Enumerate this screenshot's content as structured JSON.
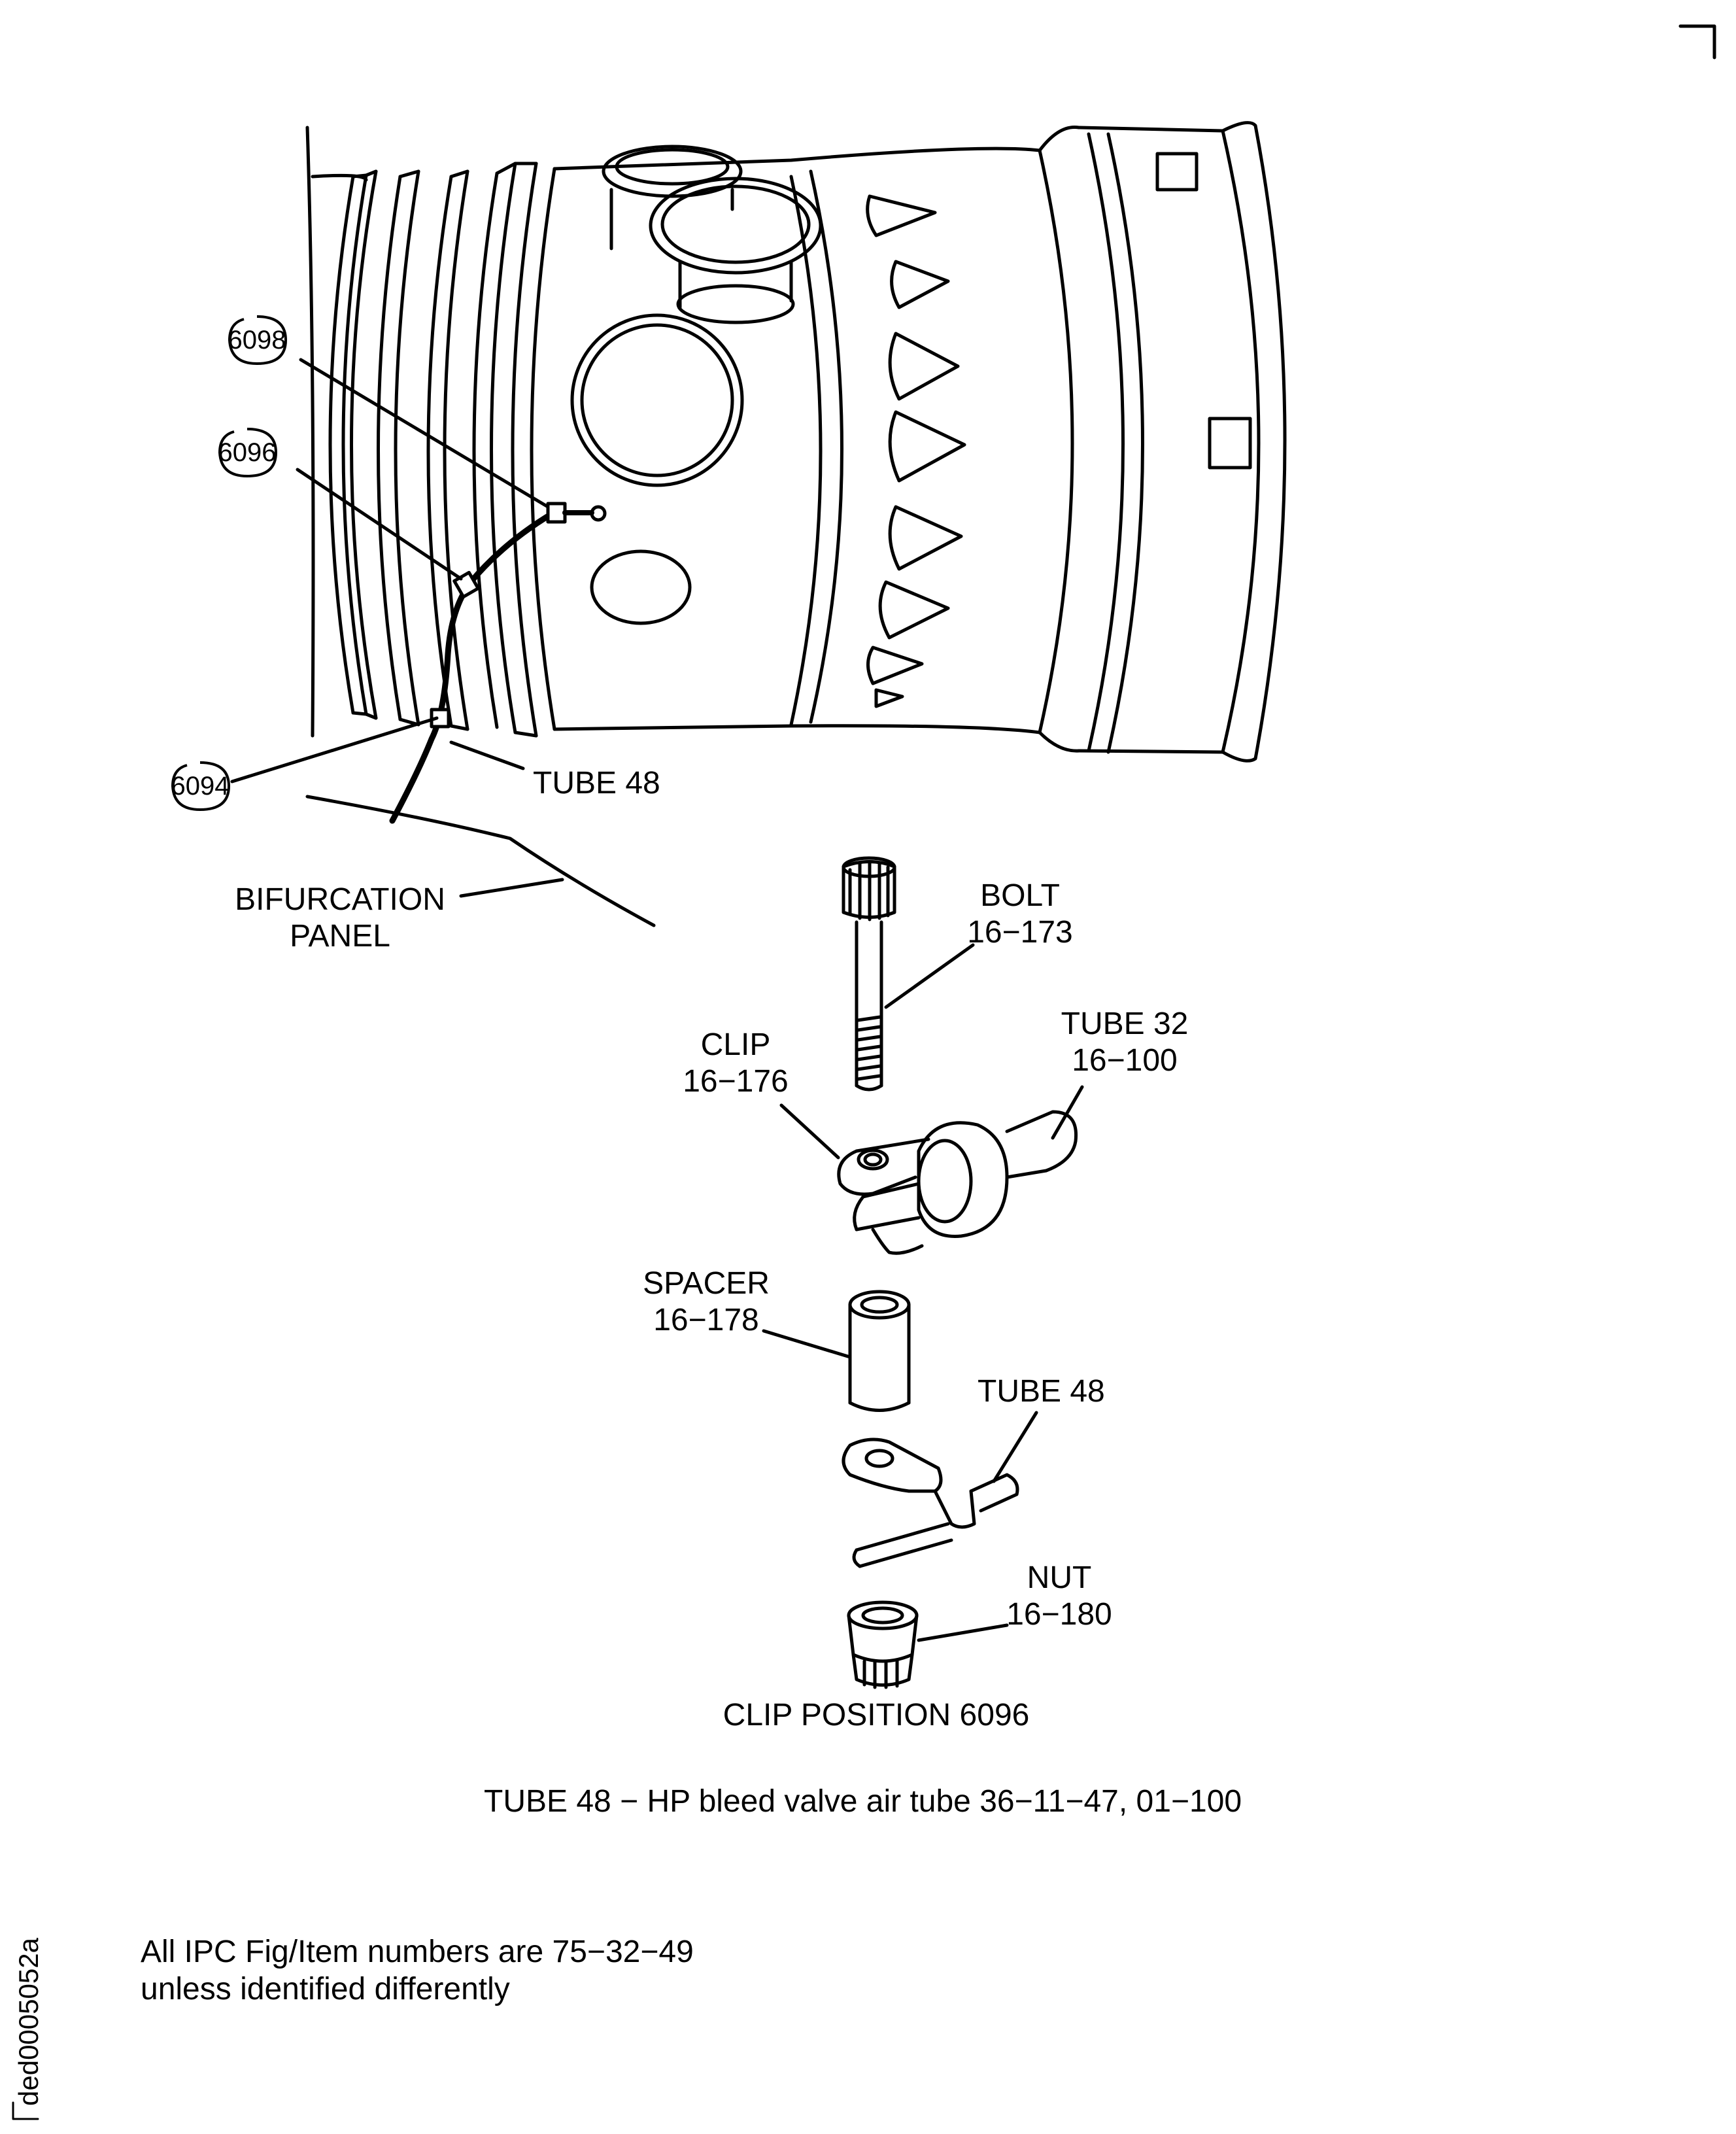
{
  "callouts": {
    "c6098": "6098",
    "c6096": "6096",
    "c6094": "6094"
  },
  "labels": {
    "tube48_top": "TUBE 48",
    "bifurcation_1": "BIFURCATION",
    "bifurcation_2": "PANEL",
    "bolt": "BOLT",
    "bolt_num": "16−173",
    "tube32": "TUBE 32",
    "tube32_num": "16−100",
    "clip": "CLIP",
    "clip_num": "16−176",
    "spacer": "SPACER",
    "spacer_num": "16−178",
    "tube48_bottom": "TUBE 48",
    "nut": "NUT",
    "nut_num": "16−180",
    "clip_position": "CLIP POSITION 6096"
  },
  "caption": "TUBE 48 − HP bleed valve air tube 36−11−47, 01−100",
  "note_line1": "All IPC Fig/Item numbers are 75−32−49",
  "note_line2": "unless identified differently",
  "figure_id": "ded0005052a"
}
